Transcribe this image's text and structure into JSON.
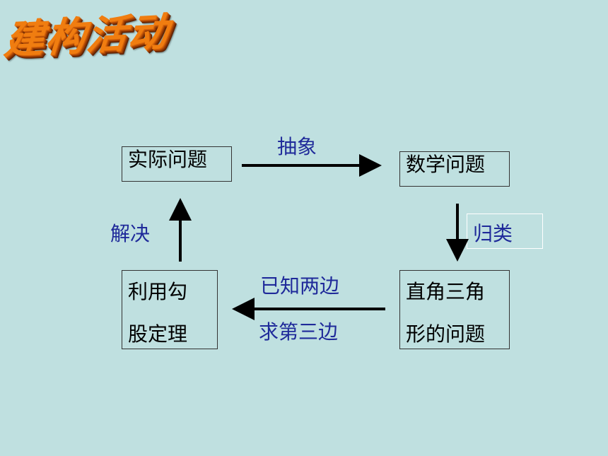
{
  "title": "建构活动",
  "nodes": {
    "practical_problem": "实际问题",
    "math_problem": "数学问题",
    "right_triangle_line1": "直角三角",
    "right_triangle_line2": "形的问题",
    "pythagorean_line1": "利用勾",
    "pythagorean_line2": "股定理"
  },
  "edges": {
    "abstract": "抽象",
    "classify": "归类",
    "known_two_sides": "已知两边",
    "find_third_side": "求第三边",
    "solve": "解决"
  },
  "colors": {
    "background": "#bfe0e0",
    "title": "#f07d10",
    "edge_label": "#1f2a9a",
    "arrow": "#000000"
  }
}
